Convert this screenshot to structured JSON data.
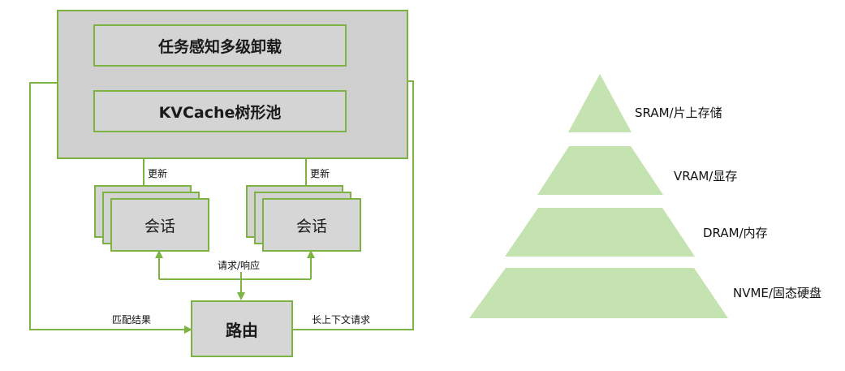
{
  "left_diagram": {
    "task_offload": "任务感知多级卸载",
    "kvcache_pool": "KVCache树形池",
    "update_left": "更新",
    "update_right": "更新",
    "session_left": "会话",
    "session_right": "会话",
    "request_response": "请求/响应",
    "router": "路由",
    "match_result": "匹配结果",
    "long_context_request": "长上下文请求",
    "line_color": "#7cb342",
    "box_color": "#d4d4d4"
  },
  "pyramid": {
    "fill_color": "#c5e3b0",
    "tiers": [
      {
        "label": "SRAM/片上存储"
      },
      {
        "label": "VRAM/显存"
      },
      {
        "label": "DRAM/内存"
      },
      {
        "label": "NVME/固态硬盘"
      }
    ]
  }
}
